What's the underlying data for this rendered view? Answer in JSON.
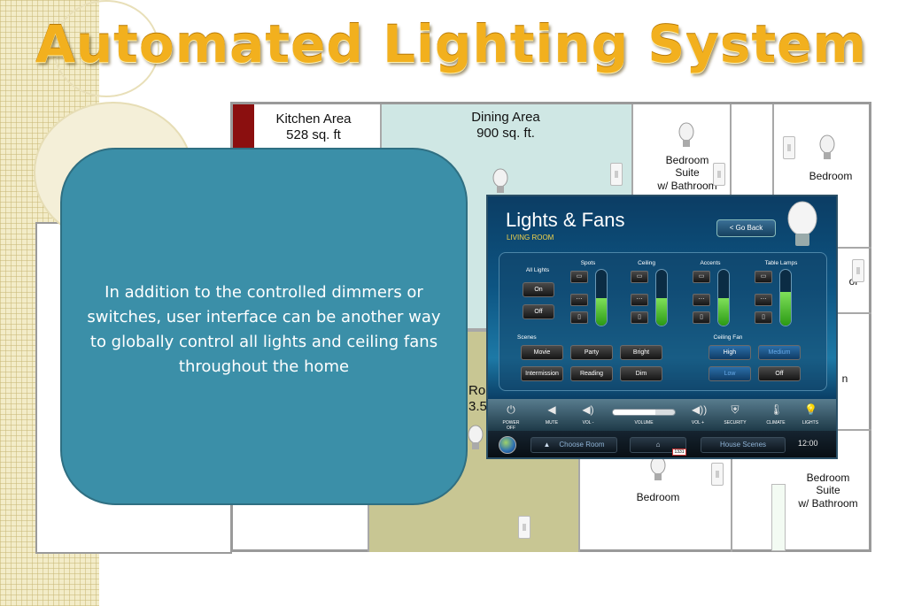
{
  "slide": {
    "title": "Automated Lighting System",
    "body": "In addition to the controlled dimmers or switches,  user interface can be another way to globally control all lights and ceiling fans throughout the home"
  },
  "floorplan": {
    "kitchen": {
      "name": "Kitchen Area",
      "size": "528 sq. ft"
    },
    "dining": {
      "name": "Dining Area",
      "size": "900 sq. ft."
    },
    "bedroom_suite_top": {
      "line1": "Bedroom",
      "line2": "Suite",
      "line3": "w/ Bathroom"
    },
    "bedroom_top_right": "Bedroom",
    "bedroom_bottom": "Bedroom",
    "bedroom_suite_bottom": {
      "line1": "Bedroom",
      "line2": "Suite",
      "line3": "w/ Bathroom"
    },
    "partial_room": {
      "line1": "Ro",
      "line2": "3.5"
    },
    "partial_right_1": "or",
    "partial_right_2": "n"
  },
  "panel": {
    "title": "Lights & Fans",
    "subtitle": "LIVING ROOM",
    "go_back": "< Go Back",
    "all_lights": {
      "label": "All Lights",
      "on": "On",
      "off": "Off"
    },
    "zones": [
      {
        "name": "Spots",
        "level": 0.5
      },
      {
        "name": "Ceiling",
        "level": 0.5
      },
      {
        "name": "Accents",
        "level": 0.5
      },
      {
        "name": "Table Lamps",
        "level": 0.6
      }
    ],
    "scenes": {
      "label": "Scenes",
      "buttons": [
        "Movie",
        "Party",
        "Bright",
        "Intermission",
        "Reading",
        "Dim"
      ]
    },
    "ceiling_fan": {
      "label": "Ceiling Fan",
      "high": "High",
      "medium": "Medium",
      "low": "Low",
      "off": "Off"
    },
    "toolbar": {
      "power": "POWER OFF",
      "mute": "MUTE",
      "vol_down": "VOL -",
      "volume": "VOLUME",
      "volume_level": 0.68,
      "vol_up": "VOL +",
      "security": "SECURITY",
      "climate": "CLIMATE",
      "lights": "LIGHTS"
    },
    "bottom": {
      "choose_room": "Choose Room",
      "house_scenes": "House Scenes",
      "clock": "12:00",
      "tag_number": "1331"
    }
  },
  "colors": {
    "title_gold": "#f2b01e",
    "bubble": "#3b8fa8",
    "panel_blue": "#0d5583",
    "dining_room": "#cfe7e4",
    "living_room": "#c8c693",
    "kitchen_accent": "#8b0f0f",
    "level_green": "#3fbf23"
  }
}
